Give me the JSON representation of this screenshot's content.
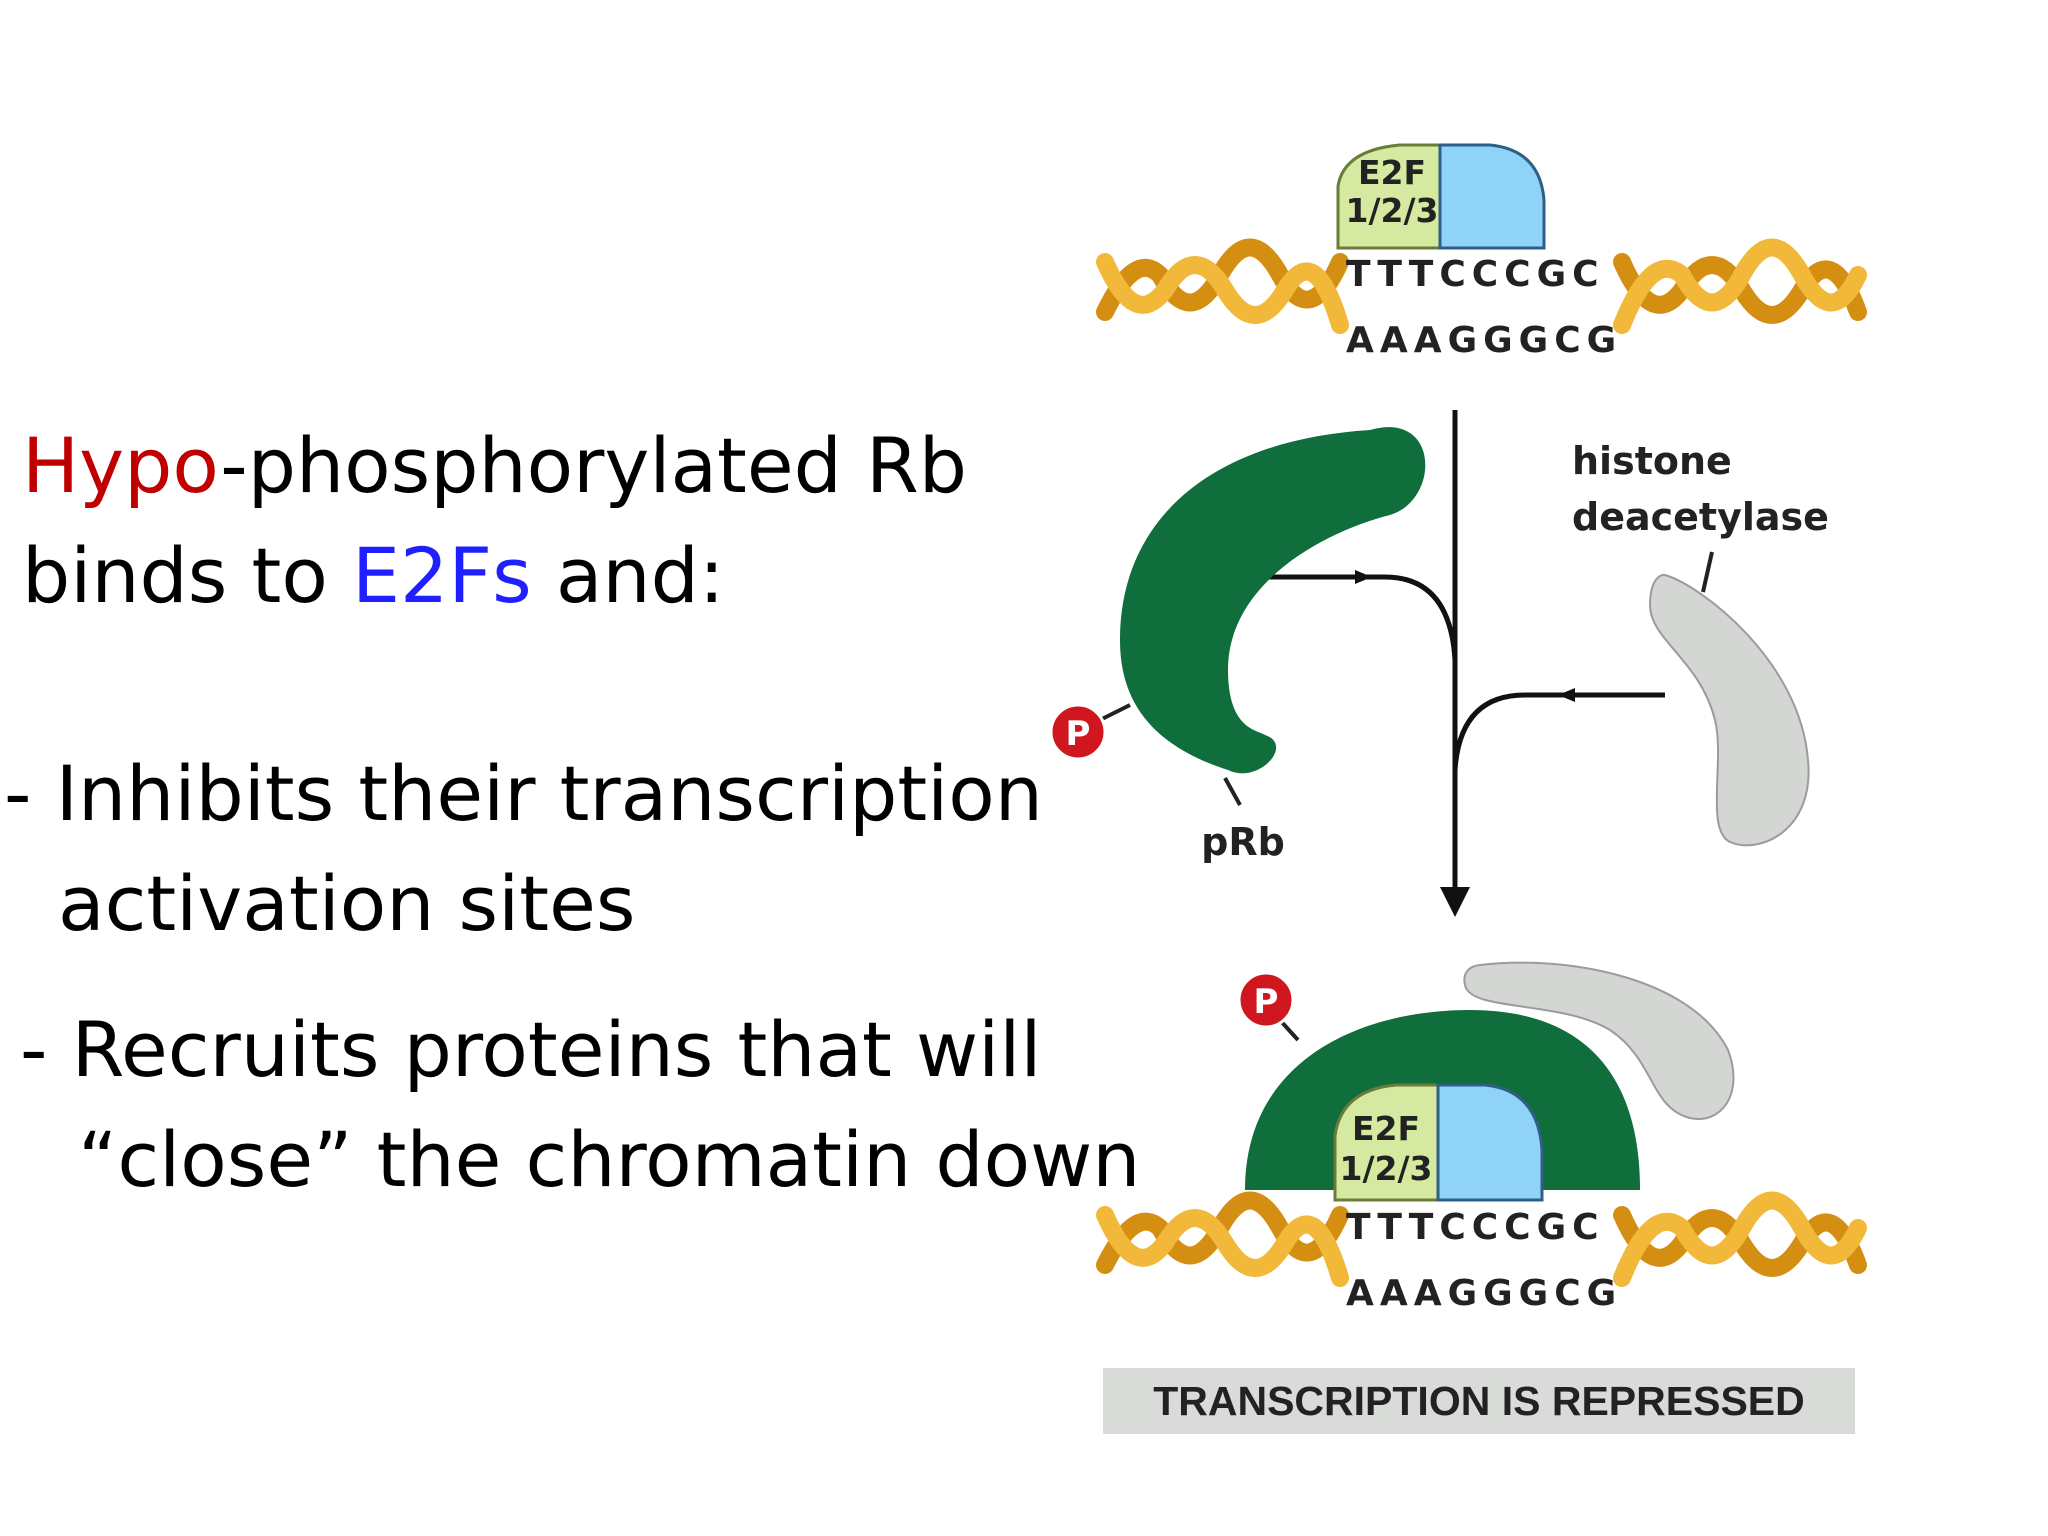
{
  "text_block": {
    "line1_prefix": "Hypo",
    "line1_rest": "-phosphorylated Rb",
    "line2_prefix": " binds to ",
    "line2_e2fs": "E2Fs",
    "line2_suffix": " and:",
    "bullet1_line1": "- Inhibits their transcription",
    "bullet1_line2": "activation sites",
    "bullet2_line1": "- Recruits proteins that will",
    "bullet2_line2": "“close” the chromatin down"
  },
  "diagram": {
    "e2f_label_line1": "E2F",
    "e2f_label_line2": "1/2/3",
    "seq_top": "TTTCCCGC",
    "seq_bottom": "AAAGGGCG",
    "histone_label_line1": "histone",
    "histone_label_line2": "deacetylase",
    "prb_label": "pRb",
    "phospho_label": "P",
    "caption": "TRANSCRIPTION IS REPRESSED"
  },
  "colors": {
    "hypo_red": "#c00000",
    "e2fs_blue": "#1f1fff",
    "prb_green": "#0f6e3c",
    "e2f_yellow_green": "#d6e9a0",
    "dp_blue": "#8fd3f8",
    "hdac_gray": "#d4d6d4",
    "dna_orange": "#e3a225",
    "phospho_red": "#d0161e",
    "caption_bg": "#d9dbd9"
  }
}
